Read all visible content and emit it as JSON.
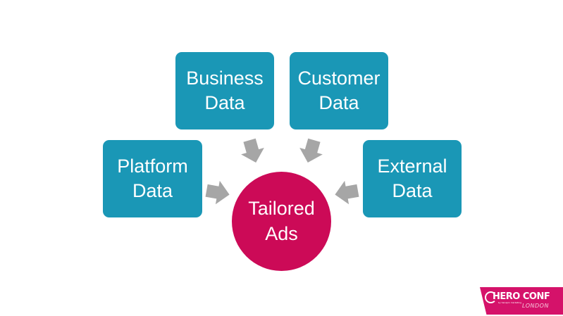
{
  "diagram": {
    "nodes": [
      {
        "id": "business",
        "lines": [
          "Business",
          "Data"
        ]
      },
      {
        "id": "customer",
        "lines": [
          "Customer",
          "Data"
        ]
      },
      {
        "id": "platform",
        "lines": [
          "Platform",
          "Data"
        ]
      },
      {
        "id": "external",
        "lines": [
          "External",
          "Data"
        ]
      }
    ],
    "center": {
      "lines": [
        "Tailored",
        "Ads"
      ]
    },
    "edges": [
      {
        "from": "business",
        "to": "center"
      },
      {
        "from": "customer",
        "to": "center"
      },
      {
        "from": "platform",
        "to": "center"
      },
      {
        "from": "external",
        "to": "center"
      }
    ],
    "colors": {
      "box_fill": "#1a97b6",
      "center_fill": "#cc0a57",
      "arrow_fill": "#a6a6a6",
      "text": "#ffffff"
    }
  },
  "logo": {
    "main": "HERO CONF",
    "sub": "by hanapin marketing",
    "city": "LONDON",
    "color": "#d5126a"
  }
}
